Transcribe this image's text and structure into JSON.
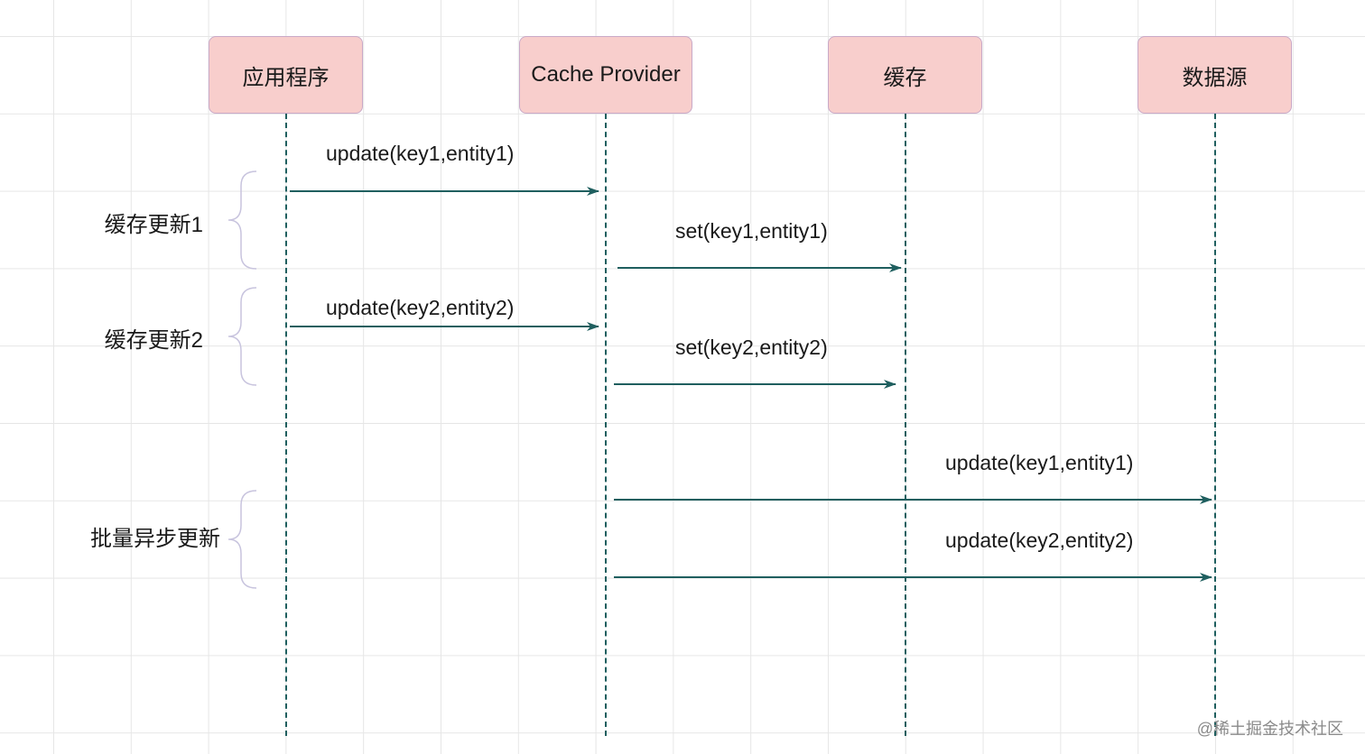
{
  "participants": [
    {
      "id": "app",
      "label": "应用程序"
    },
    {
      "id": "cache_provider",
      "label": "Cache Provider"
    },
    {
      "id": "cache",
      "label": "缓存"
    },
    {
      "id": "datasource",
      "label": "数据源"
    }
  ],
  "messages": [
    {
      "from": "app",
      "to": "cache_provider",
      "label": "update(key1,entity1)"
    },
    {
      "from": "cache_provider",
      "to": "cache",
      "label": "set(key1,entity1)"
    },
    {
      "from": "app",
      "to": "cache_provider",
      "label": "update(key2,entity2)"
    },
    {
      "from": "cache_provider",
      "to": "cache",
      "label": "set(key2,entity2)"
    },
    {
      "from": "cache_provider",
      "to": "datasource",
      "label": "update(key1,entity1)"
    },
    {
      "from": "cache_provider",
      "to": "datasource",
      "label": "update(key2,entity2)"
    }
  ],
  "groups": [
    {
      "label": "缓存更新1"
    },
    {
      "label": "缓存更新2"
    },
    {
      "label": "批量异步更新"
    }
  ],
  "colors": {
    "participant_fill": "#f8cecc",
    "arrow": "#1f5f5f",
    "brace": "#c8c4de"
  },
  "watermark": "@稀土掘金技术社区"
}
